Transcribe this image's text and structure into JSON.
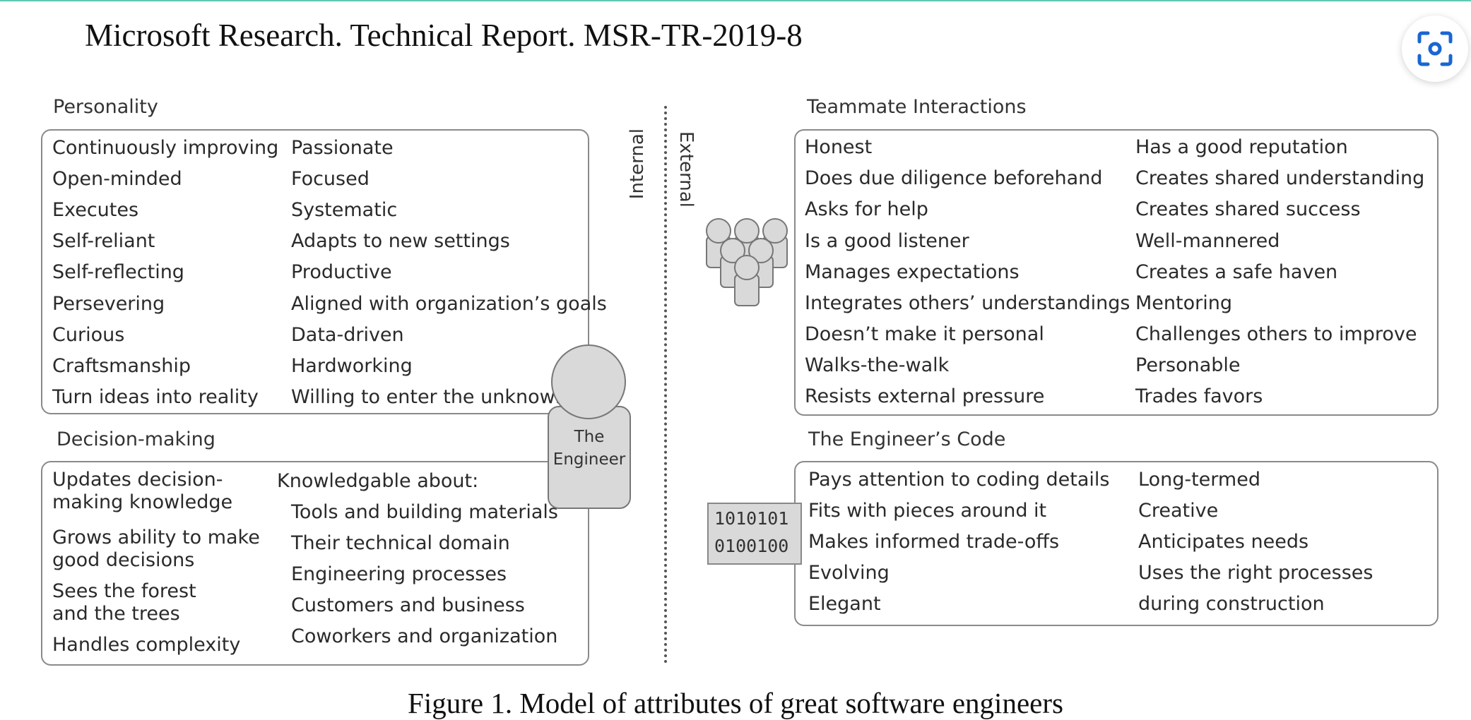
{
  "header": {
    "title": "Microsoft Research. Technical Report. MSR-TR-2019-8"
  },
  "caption": "Figure 1. Model of attributes of great software engineers",
  "icons": {
    "lens": "lens-search-icon",
    "team": "people-group-icon",
    "engineer": "person-icon"
  },
  "divider": {
    "internal": "Internal",
    "external": "External"
  },
  "engineer": {
    "label_line1": "The",
    "label_line2": "Engineer"
  },
  "binary": {
    "line1": "1010101",
    "line2": "0100100"
  },
  "personality": {
    "title": "Personality",
    "col1": [
      "Continuously improving",
      "Open-minded",
      "Executes",
      "Self-reliant",
      "Self-reflecting",
      "Persevering",
      "Curious",
      "Craftsmanship",
      "Turn ideas into reality"
    ],
    "col2": [
      "Passionate",
      "Focused",
      "Systematic",
      "Adapts to new settings",
      "Productive",
      "Aligned with organization’s goals",
      "Data-driven",
      "Hardworking",
      "Willing to enter the unknown"
    ]
  },
  "decision": {
    "title": "Decision-making",
    "col1": [
      "Updates decision-making knowledge",
      "Grows ability to make good decisions",
      "Sees the forest and the trees",
      "Handles complexity"
    ],
    "knowledge_heading": "Knowledgable about:",
    "col2": [
      "Tools and building materials",
      "Their technical domain",
      "Engineering processes",
      "Customers and business",
      "Coworkers and organization"
    ]
  },
  "teammate": {
    "title": "Teammate Interactions",
    "col1": [
      "Honest",
      "Does due diligence beforehand",
      "Asks for help",
      "Is a good listener",
      "Manages expectations",
      "Integrates others’ understandings",
      "Doesn’t make it personal",
      "Walks-the-walk",
      "Resists external pressure"
    ],
    "col2": [
      "Has a good reputation",
      "Creates shared understanding",
      "Creates shared success",
      "Well-mannered",
      "Creates a safe haven",
      "Mentoring",
      "Challenges others to improve",
      "Personable",
      "Trades favors"
    ]
  },
  "code": {
    "title": "The Engineer’s Code",
    "col1": [
      "Pays attention to coding details",
      "Fits with pieces around it",
      "Makes informed trade-offs",
      "Evolving",
      "Elegant"
    ],
    "col2": [
      "Long-termed",
      "Creative",
      "Anticipates needs",
      "Uses the right processes during construction"
    ]
  }
}
